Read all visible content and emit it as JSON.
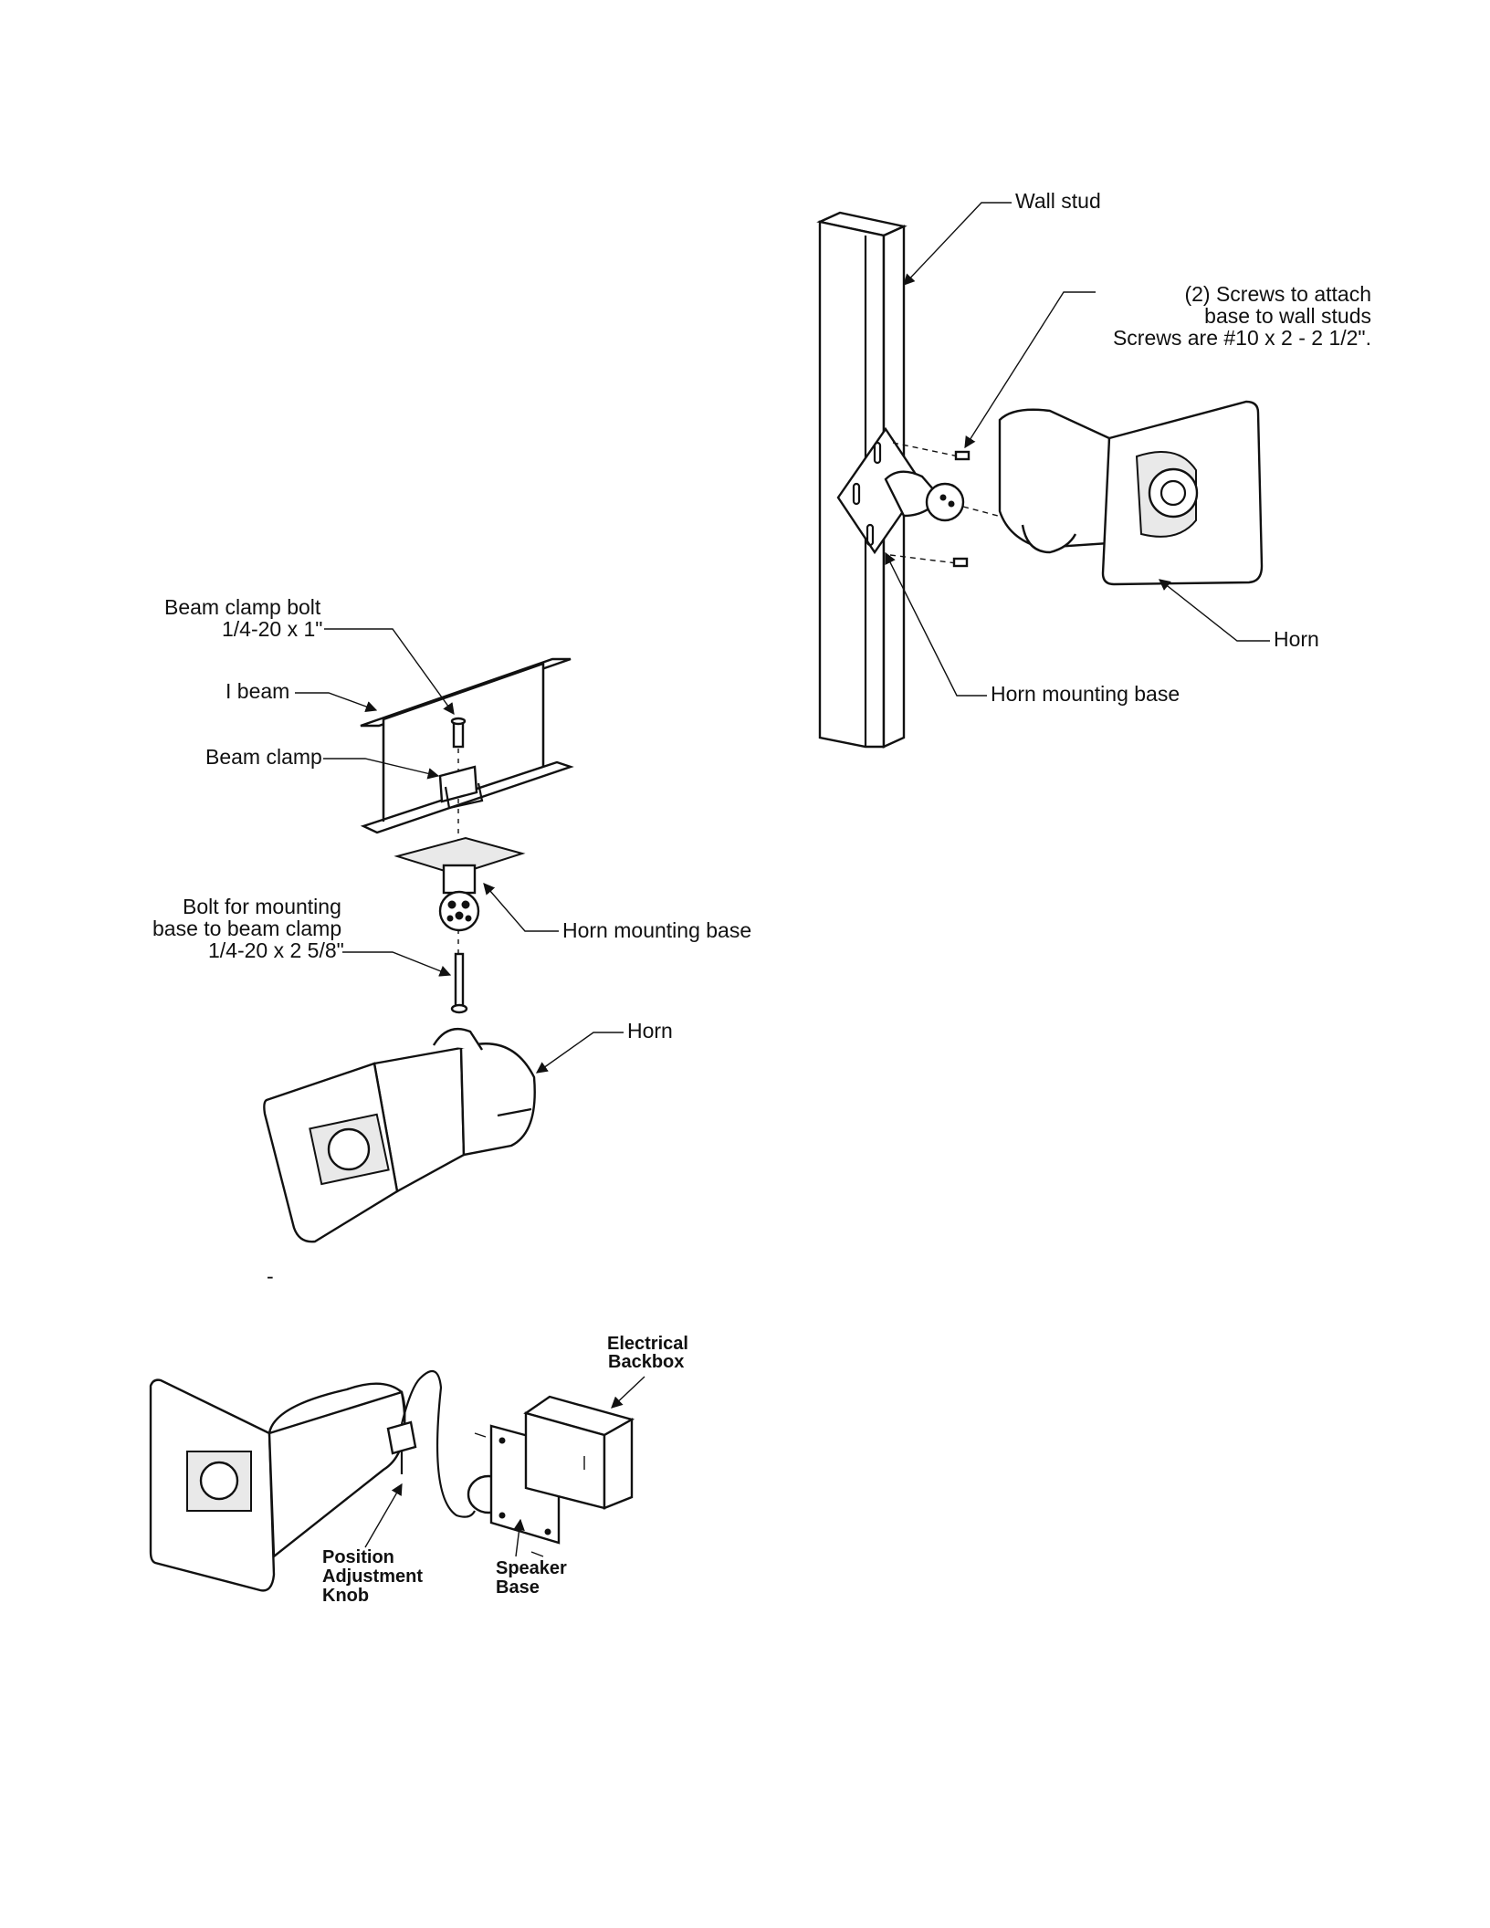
{
  "diagrams": {
    "beam": {
      "bolt_label_1": "Beam clamp bolt",
      "bolt_label_2": "1/4-20 x 1\"",
      "ibeam_label": "I beam",
      "clamp_label": "Beam clamp",
      "base_label": "Horn mounting base",
      "mountbolt_label_1": "Bolt for mounting",
      "mountbolt_label_2": "base to beam clamp",
      "mountbolt_label_3": "1/4-20 x 2 5/8\"",
      "horn_label": "Horn"
    },
    "wall": {
      "stud_label": "Wall stud",
      "screws_label_1": "(2) Screws to attach",
      "screws_label_2": "base to wall studs",
      "screws_label_3": "Screws are #10 x 2 - 2 1/2\".",
      "horn_label": "Horn",
      "base_label": "Horn mounting base"
    },
    "backbox": {
      "backbox_label_1": "Electrical",
      "backbox_label_2": "Backbox",
      "knob_label_1": "Position",
      "knob_label_2": "Adjustment",
      "knob_label_3": "Knob",
      "speaker_label_1": "Speaker",
      "speaker_label_2": "Base"
    },
    "stray_mark": "-"
  }
}
